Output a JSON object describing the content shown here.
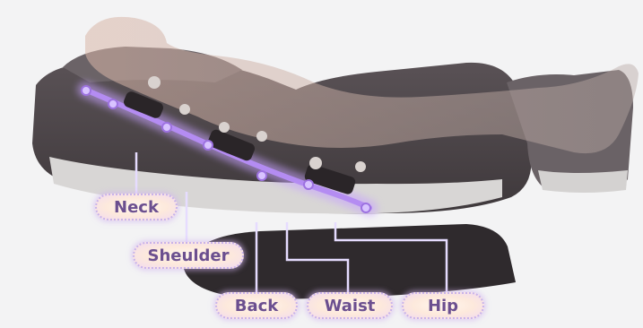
{
  "labels": {
    "neck": "Neck",
    "shoulder": "Sheulder",
    "back": "Back",
    "waist": "Waist",
    "hip": "Hip"
  },
  "colors": {
    "background": "#f3f3f4",
    "chair": "#4a4346",
    "chair_base": "#c9c7c6",
    "roller_glow": "#c7a2ff",
    "leader_line": "#e6dcff",
    "label_text": "#6b4f8f"
  }
}
